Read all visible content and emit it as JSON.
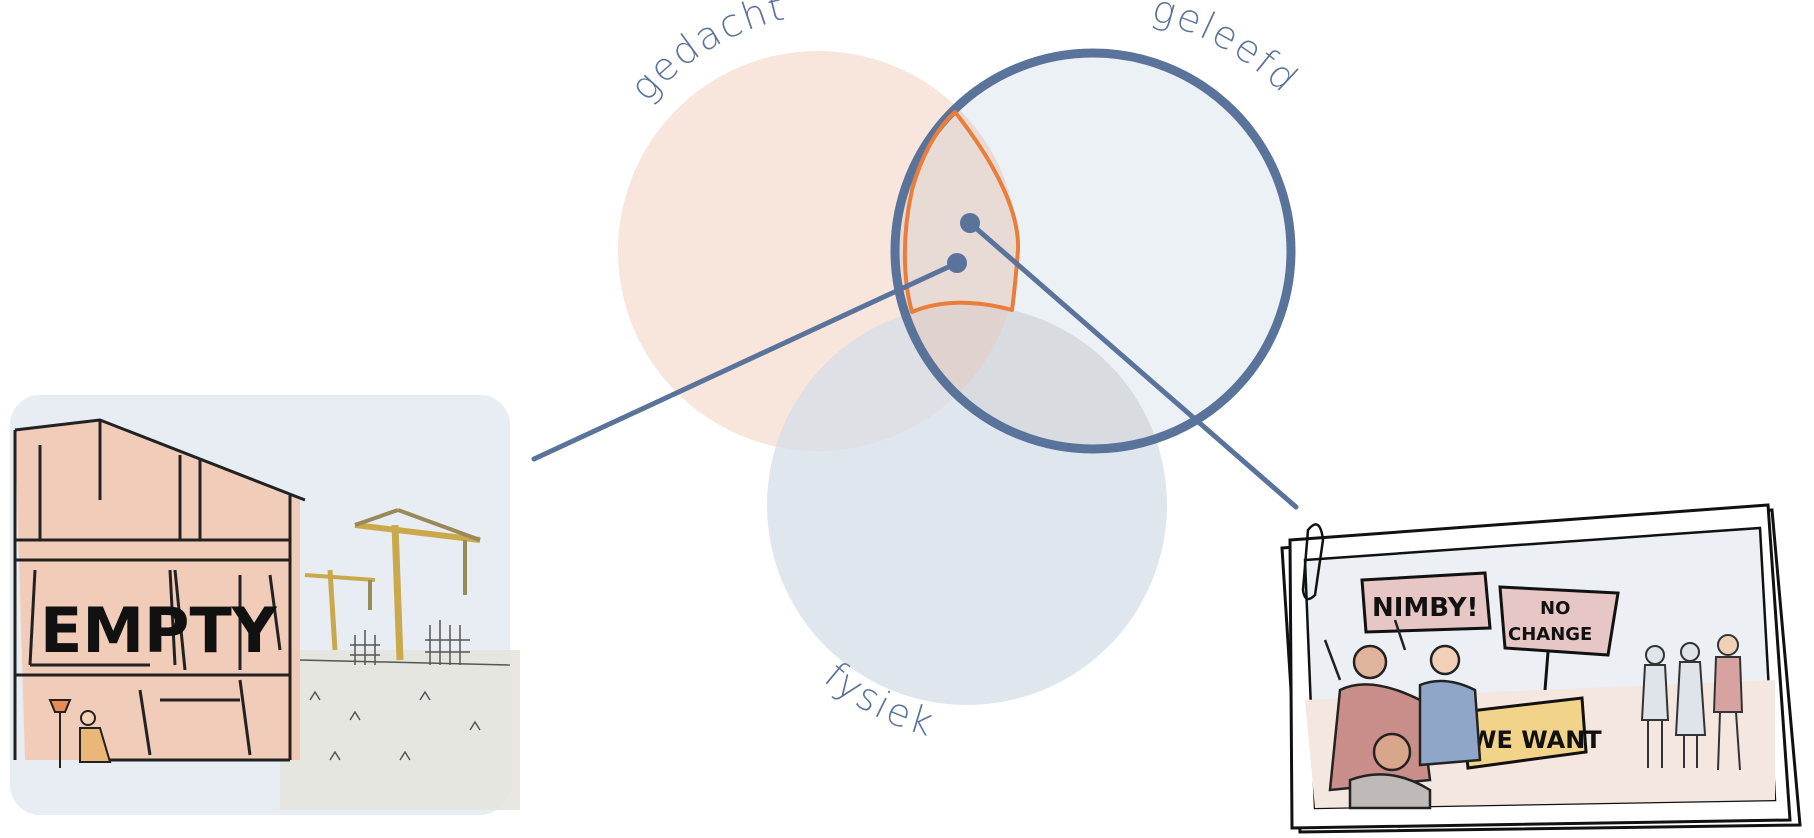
{
  "venn": {
    "sets": [
      {
        "id": "gedacht",
        "label": "gedacht"
      },
      {
        "id": "geleefd",
        "label": "geleefd"
      },
      {
        "id": "fysiek",
        "label": "fysiek"
      }
    ],
    "colors": {
      "gedacht_fill": "#f8e4d9",
      "geleefd_fill": "#e9eef4",
      "fysiek_fill": "#dde4ec",
      "geleefd_stroke": "#5a739a",
      "highlight_stroke": "#ea7d3a",
      "connector": "#5a739a",
      "label": "#5a739a"
    }
  },
  "illustrations": {
    "left": {
      "sign_text": "EMPTY"
    },
    "right": {
      "sign_1": "NIMBY!",
      "sign_2_line1": "NO",
      "sign_2_line2": "CHANGE",
      "sign_3": "WE WANT"
    }
  }
}
